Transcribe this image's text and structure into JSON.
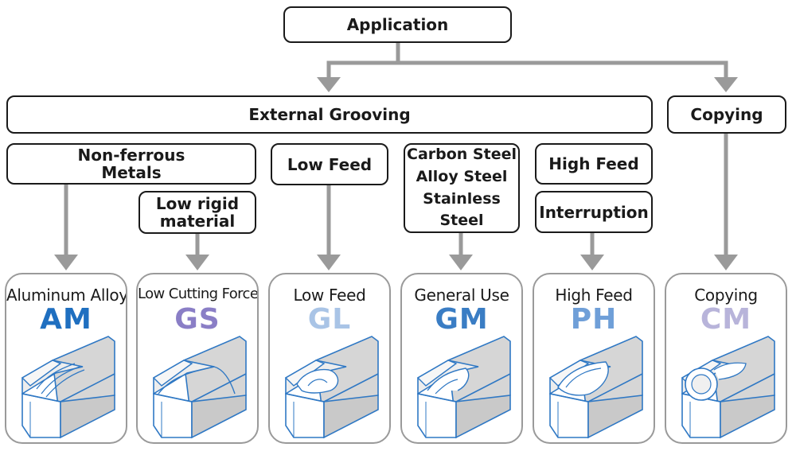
{
  "top": {
    "label": "Application"
  },
  "categories": {
    "grooving": "External Grooving",
    "copying": "Copying"
  },
  "conditions": {
    "nonferrous": [
      "Non-ferrous",
      "Metals"
    ],
    "lowrigid": [
      "Low rigid",
      "material"
    ],
    "lowfeed": [
      "Low Feed"
    ],
    "steels": [
      "Carbon Steel",
      "Alloy Steel",
      "Stainless Steel"
    ],
    "highfeed": [
      "High Feed"
    ],
    "interruption": [
      "Interruption"
    ]
  },
  "grades": [
    {
      "title": "Aluminum Alloy",
      "code": "AM",
      "color": "#1f6fc0",
      "icon": "insert-am-icon"
    },
    {
      "title": "Low Cutting Force",
      "code": "GS",
      "color": "#8a7ec6",
      "icon": "insert-gs-icon"
    },
    {
      "title": "Low Feed",
      "code": "GL",
      "color": "#a9c4e6",
      "icon": "insert-gl-icon"
    },
    {
      "title": "General Use",
      "code": "GM",
      "color": "#3a7dc4",
      "icon": "insert-gm-icon"
    },
    {
      "title": "High Feed",
      "code": "PH",
      "color": "#6f9fd8",
      "icon": "insert-ph-icon"
    },
    {
      "title": "Copying",
      "code": "CM",
      "color": "#b8b4da",
      "icon": "insert-cm-icon"
    }
  ],
  "colors": {
    "arrow": "#9a9a9a",
    "box_border": "#1a1a1a",
    "card_border": "#9a9a9a",
    "insert_line": "#2f78c4",
    "insert_fill": "#d6d6d6"
  }
}
